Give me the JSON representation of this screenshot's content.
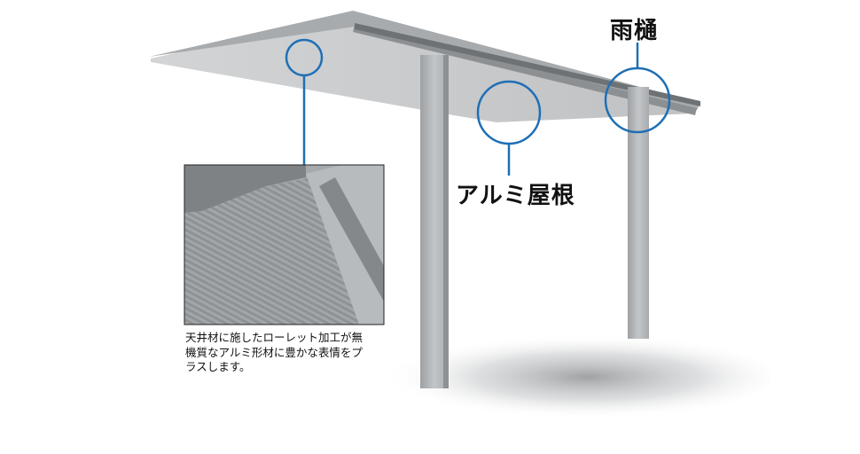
{
  "labels": {
    "gutter": "雨樋",
    "aluminum_roof": "アルミ屋根"
  },
  "caption": {
    "line1": "天井材に施したローレット加工が無",
    "line2": "機質なアルミ形材に豊かな表情をプ",
    "line3": "ラスします。"
  },
  "colors": {
    "callout_line": "#1f6fb5",
    "roof_top": "#a9acaf",
    "roof_underside": "#c8cacc",
    "post": "#b5b8bb"
  }
}
